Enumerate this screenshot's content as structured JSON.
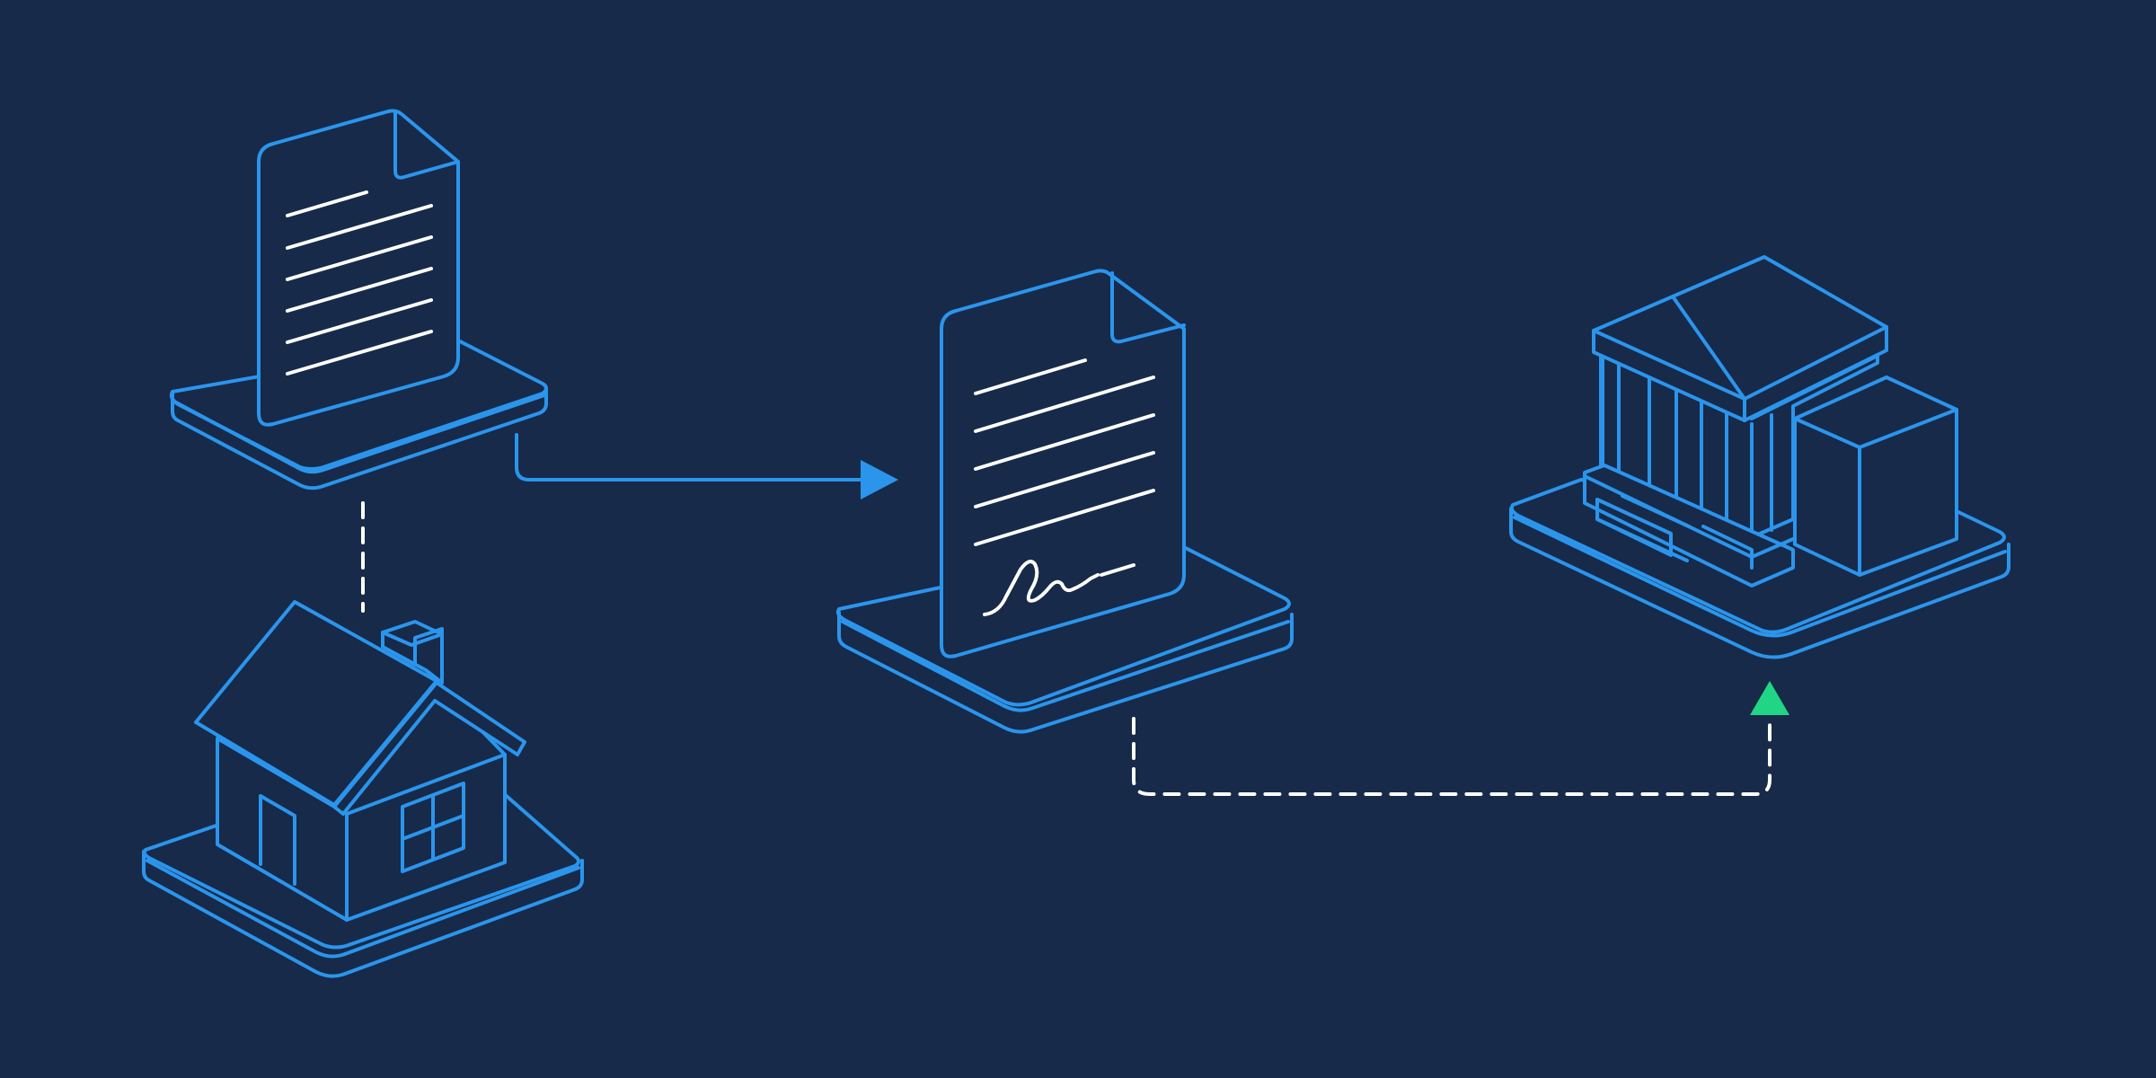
{
  "colors": {
    "background": "#172a4a",
    "outline": "#2b95ec",
    "ink": "#ffffff",
    "arrow_success": "#20d685"
  },
  "diagram": {
    "nodes": [
      {
        "id": "document",
        "icon": "document-icon"
      },
      {
        "id": "house",
        "icon": "house-icon"
      },
      {
        "id": "signed-document",
        "icon": "signed-document-icon"
      },
      {
        "id": "bank",
        "icon": "bank-building-icon"
      }
    ],
    "connectors": [
      {
        "from": "document",
        "to": "house",
        "style": "dashed"
      },
      {
        "from": "document",
        "to": "signed-document",
        "style": "solid-arrow"
      },
      {
        "from": "signed-document",
        "to": "bank",
        "style": "dashed-arrow"
      }
    ]
  }
}
